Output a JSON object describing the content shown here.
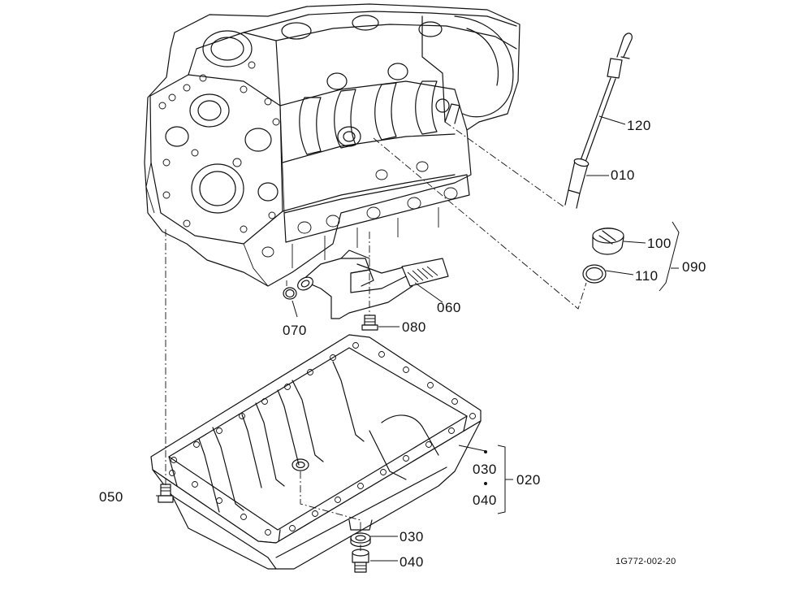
{
  "diagram": {
    "reference_code": "1G772-002-20",
    "callouts": [
      {
        "id": "p120",
        "label": "120"
      },
      {
        "id": "p010",
        "label": "010"
      },
      {
        "id": "p100",
        "label": "100"
      },
      {
        "id": "p110",
        "label": "110"
      },
      {
        "id": "p090",
        "label": "090"
      },
      {
        "id": "p060",
        "label": "060"
      },
      {
        "id": "p070",
        "label": "070"
      },
      {
        "id": "p080",
        "label": "080"
      },
      {
        "id": "p030a",
        "label": "030"
      },
      {
        "id": "p040a",
        "label": "040"
      },
      {
        "id": "p020",
        "label": "020"
      },
      {
        "id": "p050",
        "label": "050"
      },
      {
        "id": "p030b",
        "label": "030"
      },
      {
        "id": "p040b",
        "label": "040"
      }
    ]
  }
}
